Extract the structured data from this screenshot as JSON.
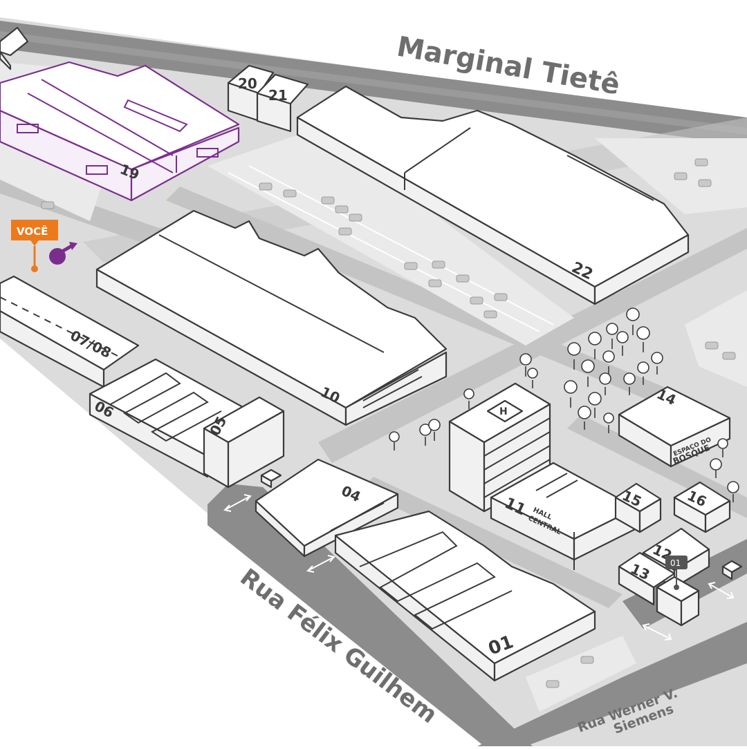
{
  "streets": {
    "marginal": "Marginal Tietê",
    "felix": "Rua Félix Guilhem",
    "werner_line1": "Rua Werner V.",
    "werner_line2": "Siemens"
  },
  "buildings": {
    "b19": "19",
    "b20": "20",
    "b21": "21",
    "b22": "22",
    "b10": "10",
    "b0708": "07/08",
    "b06": "06",
    "b05": "05",
    "b04": "04",
    "b01": "01",
    "b11": "11",
    "b11_line1": "HALL",
    "b11_line2": "CENTRAL",
    "b14": "14",
    "b14_line1": "ESPAÇO DO",
    "b14_line2": "BOSQUE",
    "b15": "15",
    "b16": "16",
    "b12": "12",
    "b13": "13",
    "hotel_h": "H"
  },
  "markers": {
    "you_are_here": "VOCÊ",
    "gate_01": "01"
  },
  "colors": {
    "road": "#b4b4b4",
    "road_edge": "#8c8c8c",
    "ground": "#dcdcdc",
    "highlight": "#7b2d8e",
    "you_marker": "#ec7a1c",
    "restroom_marker": "#7b2d8e"
  },
  "icons": {
    "restroom": "restroom-icon",
    "entrance_arrows": "two-way-arrow-icon"
  }
}
